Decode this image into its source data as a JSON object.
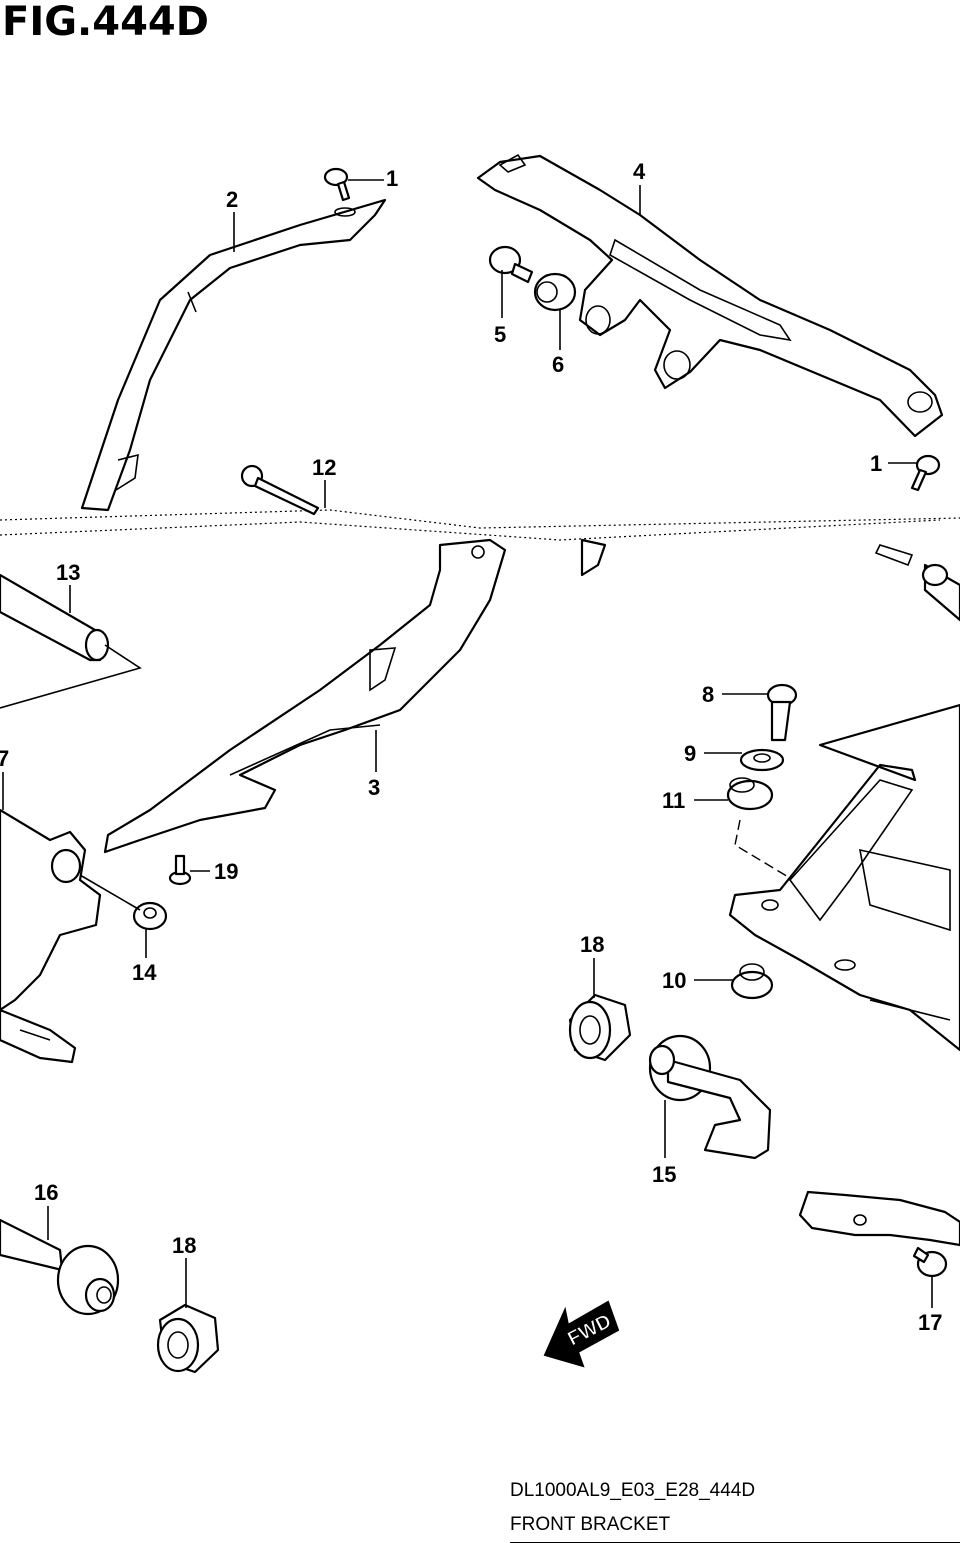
{
  "figure": {
    "title": "FIG.444D",
    "model_code": "DL1000AL9_E03_E28_444D",
    "caption": "FRONT BRACKET",
    "fwd_label": "FWD"
  },
  "callouts": [
    "1",
    "2",
    "1",
    "4",
    "5",
    "6",
    "12",
    "13",
    "3",
    "8",
    "9",
    "11",
    "7",
    "19",
    "14",
    "18",
    "10",
    "15",
    "16",
    "18",
    "17"
  ]
}
